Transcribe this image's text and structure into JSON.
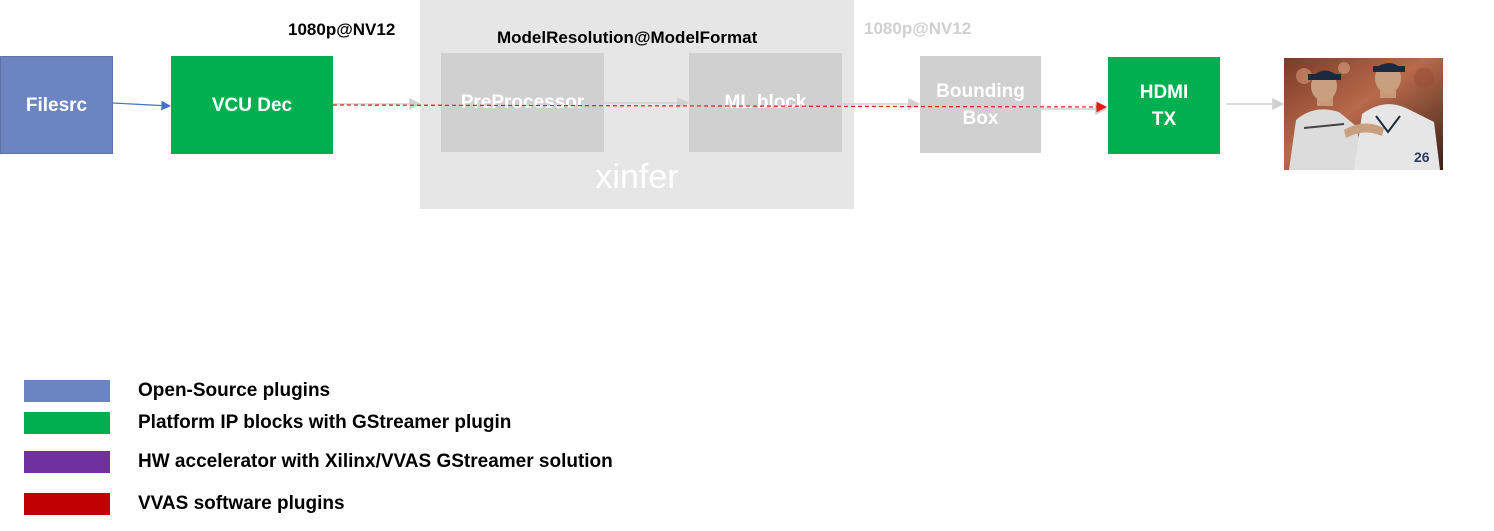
{
  "colors": {
    "open_source": "#6a85bf",
    "platform_ip": "#00b050",
    "hw_accel": "#7030a0",
    "vvas_sw": "#c00000",
    "grey_block": "#d0d0d0",
    "xinfer_bg": "#e6e6e6",
    "dashed_arrow": "#e81919",
    "blue_arrow": "#4472c4",
    "grey_arrow": "#d0d0d0"
  },
  "blocks": {
    "filesrc": {
      "label": "Filesrc"
    },
    "vcu_dec": {
      "label": "VCU Dec"
    },
    "preprocessor": {
      "label": "PreProcessor"
    },
    "ml_block": {
      "label": "ML block"
    },
    "bounding_box": {
      "label": "Bounding\nBox"
    },
    "hdmi_tx": {
      "label": "HDMI\nTX"
    }
  },
  "xinfer": {
    "label": "xinfer"
  },
  "format_labels": {
    "decoder_output": "1080p@NV12",
    "model_input": "ModelResolution@ModelFormat",
    "bbox_output": "1080p@NV12"
  },
  "output_image": {
    "icon": "baseball-players-photo"
  },
  "legend": [
    {
      "label": "Open-Source plugins",
      "color": "#6a85bf"
    },
    {
      "label": "Platform IP blocks with GStreamer plugin",
      "color": "#00b050"
    },
    {
      "label": "HW accelerator with Xilinx/VVAS GStreamer solution",
      "color": "#7030a0"
    },
    {
      "label": "VVAS software plugins",
      "color": "#c00000"
    }
  ]
}
